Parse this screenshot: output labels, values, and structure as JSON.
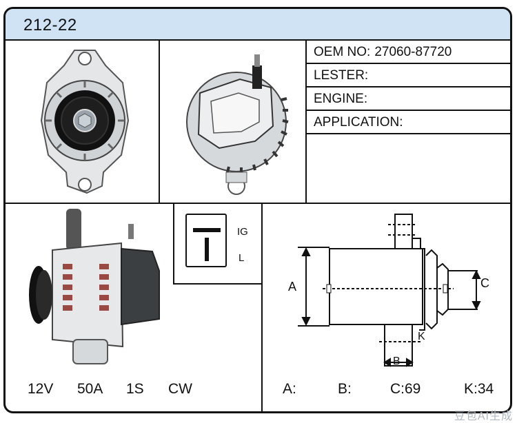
{
  "header": {
    "title": "212-22"
  },
  "info": {
    "oem_label": "OEM NO:",
    "oem_value": "27060-87720",
    "lester_label": "LESTER:",
    "engine_label": "ENGINE:",
    "application_label": "APPLICATION:"
  },
  "connector": {
    "ig": "IG",
    "l": "L"
  },
  "specs": {
    "voltage": "12V",
    "amperage": "50A",
    "pulley": "1S",
    "rotation": "CW"
  },
  "dims": {
    "a": "A:",
    "b": "B:",
    "c": "C:69",
    "k": "K:34"
  },
  "diagram": {
    "a": "A",
    "b": "B",
    "c": "C",
    "k": "K"
  },
  "watermark": "豆包AI生成"
}
